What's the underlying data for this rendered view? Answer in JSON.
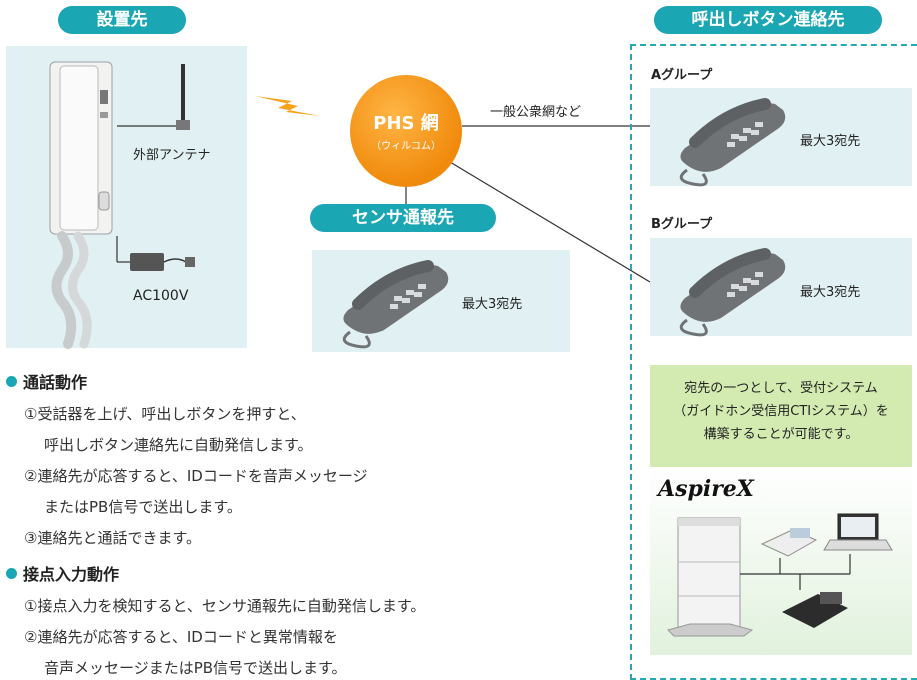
{
  "labels": {
    "install_site": "設置先",
    "call_button_contact": "呼出しボタン連絡先",
    "sensor_contact": "センサ通報先",
    "external_antenna": "外部アンテナ",
    "ac_power": "AC100V",
    "public_network": "一般公衆網など",
    "phs_network": "PHS 網",
    "phs_carrier": "（ウィルコム）",
    "group_a": "Aグループ",
    "group_b": "Bグループ",
    "max_contacts_a": "最大3宛先",
    "max_contacts_b": "最大3宛先",
    "max_contacts_sensor": "最大3宛先",
    "aspire_logo": "AspireX"
  },
  "cti_note": {
    "line1": "宛先の一つとして、受付システム",
    "line2": "（ガイドホン受信用CTIシステム）を",
    "line3": "構築することが可能です。"
  },
  "call_operation": {
    "title": "通話動作",
    "lines": [
      "①受話器を上げ、呼出しボタンを押すと、",
      "呼出しボタン連絡先に自動発信します。",
      "②連絡先が応答すると、IDコードを音声メッセージ",
      "またはPB信号で送出します。",
      "③連絡先と通話できます。"
    ]
  },
  "contact_input_operation": {
    "title": "接点入力動作",
    "lines": [
      "①接点入力を検知すると、センサ通報先に自動発信します。",
      "②連絡先が応答すると、IDコードと異常情報を",
      "音声メッセージまたはPB信号で送出します。"
    ]
  },
  "colors": {
    "accent": "#1aa6b3",
    "panel": "#e1f1f3",
    "phs_orange": "#f08a0c",
    "note_green": "#d3ebb1"
  }
}
